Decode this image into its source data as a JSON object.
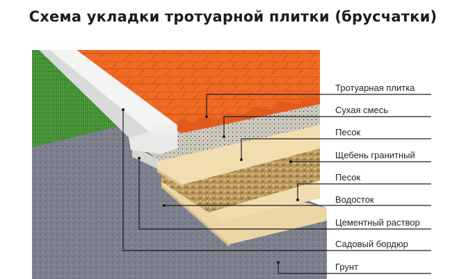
{
  "title": "Схема укладки тротуарной плитки (брусчатки)",
  "layers": [
    {
      "id": "paving",
      "label": "Тротуарная плитка"
    },
    {
      "id": "drymix",
      "label": "Сухая смесь"
    },
    {
      "id": "sand1",
      "label": "Песок"
    },
    {
      "id": "gravel",
      "label": "Щебень гранитный"
    },
    {
      "id": "sand2",
      "label": "Песок"
    },
    {
      "id": "drain",
      "label": "Водосток"
    },
    {
      "id": "cement",
      "label": "Цементный раствор"
    },
    {
      "id": "curb",
      "label": "Садовый бордюр"
    },
    {
      "id": "soil",
      "label": "Грунт"
    }
  ],
  "colors": {
    "tile": "#f06a24",
    "tile_dark": "#d4541a",
    "grass": "#3f8a32",
    "soil": "#7b7f8c",
    "sand": "#efd9a8",
    "gravel": "#c9a463",
    "drymix": "#cfcbbf",
    "curb": "#f2f2f0",
    "line": "#1a1a1a"
  }
}
